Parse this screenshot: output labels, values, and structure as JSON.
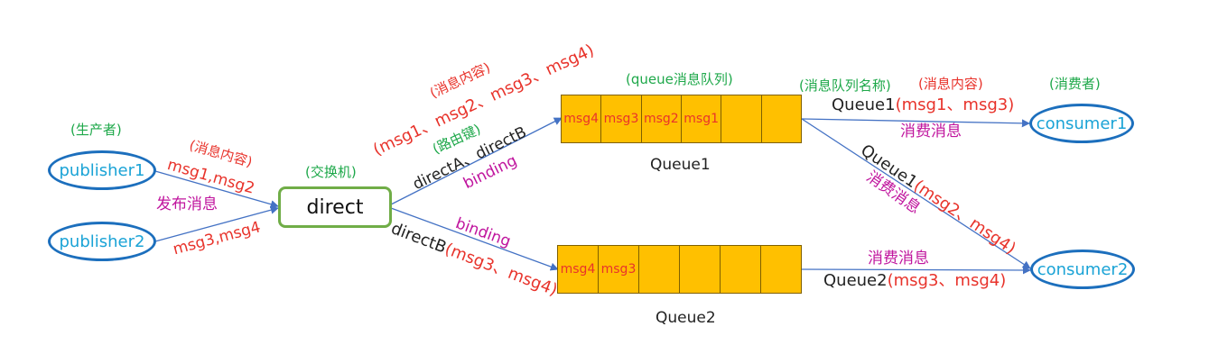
{
  "role_labels": {
    "producer": "(生产者)",
    "exchange": "(交换机)",
    "routing_key": "(路由键)",
    "queue": "(queue消息队列)",
    "queue_name": "(消息队列名称)",
    "content_top": "(消息内容)",
    "content_left": "(消息内容)",
    "content_right": "(消息内容)",
    "consumer": "(消费者)"
  },
  "publishers": [
    "publisher1",
    "publisher2"
  ],
  "publish_label": "发布消息",
  "publisher1_msgs": "msg1,msg2",
  "publisher2_msgs": "msg3,msg4",
  "exchange": {
    "name": "direct"
  },
  "upper_edge": {
    "messages": "(msg1、msg2、msg3、msg4)",
    "keys": "directA、directB",
    "binding": "binding"
  },
  "lower_edge": {
    "binding": "binding",
    "key": "directB",
    "messages": "(msg3、msg4)"
  },
  "queues": {
    "queue1": {
      "name": "Queue1",
      "cells": [
        "msg4",
        "msg3",
        "msg2",
        "msg1",
        "",
        ""
      ]
    },
    "queue2": {
      "name": "Queue2",
      "cells": [
        "msg4",
        "msg3",
        "",
        "",
        "",
        ""
      ]
    }
  },
  "consume_edges": {
    "q1_c1": {
      "queue": "Queue1",
      "messages": "(msg1、msg3)",
      "action": "消费消息"
    },
    "q1_c2": {
      "queue": "Queue1",
      "messages": "(msg2、msg4)",
      "action": "消费消息"
    },
    "q2_c2": {
      "queue": "Queue2",
      "messages": "(msg3、msg4)",
      "action": "消费消息"
    }
  },
  "consumers": [
    "consumer1",
    "consumer2"
  ],
  "colors": {
    "arrow": "#4472c4",
    "queue_fill": "#ffc000",
    "ellipse_border": "#1c6fbd",
    "exchange_border": "#70ad47"
  }
}
